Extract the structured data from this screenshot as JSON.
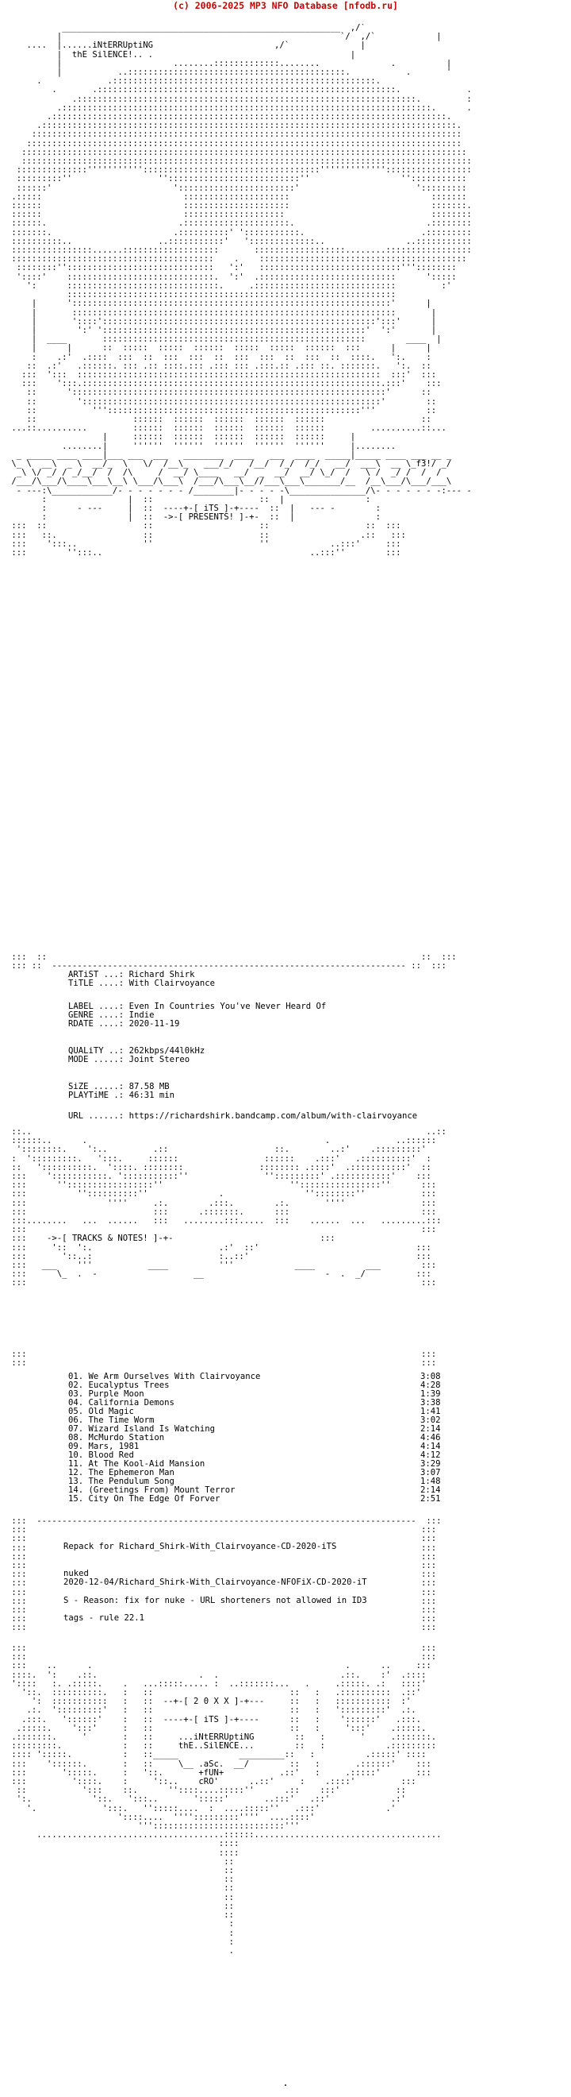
{
  "colors": {
    "banner": "#cc0000",
    "text": "#000000",
    "background": "#ffffff"
  },
  "banner": "(c) 2006-2025 MP3 NFO Database [nfodb.ru]",
  "header": {
    "line1": "....iNtERRUptiNG",
    "line2": "thE SilENCE!.. .",
    "presents": "->-[ PRESENTS! ]-+-",
    "its": "----+-[ iTS ]-+----"
  },
  "release": {
    "artist": "Richard Shirk",
    "title": "With Clairvoyance",
    "label": "Even In Countries You've Never Heard Of",
    "genre": "Indie",
    "rdate": "2020-11-19",
    "quality": "262kbps/44l0kHz",
    "mode": "Joint Stereo",
    "size": "87.58 MB",
    "playtime": "46:31 min",
    "url": "https://richardshirk.bandcamp.com/album/with-clairvoyance"
  },
  "labels": {
    "artist": "ARTiST ...:",
    "title": "TiTLE ....:",
    "label": "LABEL ....:",
    "genre": "GENRE ....:",
    "rdate": "RDATE ....:",
    "quality": "QUALiTY ..:",
    "mode": "MODE .....:",
    "size": "SiZE .....:",
    "playtime": "PLAYTiME .:",
    "url": "URL ......:"
  },
  "tracks_header": "->-[ TRACKS & NOTES! ]-+-",
  "tracks": [
    {
      "title": "01. We Arm Ourselves With Clairvoyance",
      "time": "3:08"
    },
    {
      "title": "02. Eucalyptus Trees",
      "time": "4:28"
    },
    {
      "title": "03. Purple Moon",
      "time": "1:39"
    },
    {
      "title": "04. California Demons",
      "time": "3:38"
    },
    {
      "title": "05. Old Magic",
      "time": "1:41"
    },
    {
      "title": "06. The Time Worm",
      "time": "3:02"
    },
    {
      "title": "07. Wizard Island Is Watching",
      "time": "2:14"
    },
    {
      "title": "08. McMurdo Station",
      "time": "4:46"
    },
    {
      "title": "09. Mars, 1981",
      "time": "4:14"
    },
    {
      "title": "10. Blood Red",
      "time": "4:12"
    },
    {
      "title": "11. At The Kool-Aid Mansion",
      "time": "3:29"
    },
    {
      "title": "12. The Ephemeron Man",
      "time": "3:07"
    },
    {
      "title": "13. The Pendulum Song",
      "time": "1:48"
    },
    {
      "title": "14. (Greetings From) Mount Terror",
      "time": "2:14"
    },
    {
      "title": "15. City On The Edge Of Forver",
      "time": "2:51"
    }
  ],
  "notes": {
    "repack": "Repack for Richard_Shirk-With_Clairvoyance-CD-2020-iTS",
    "nuked": "nuked",
    "nuke_line": "2020-12-04/Richard_Shirk-With_Clairvoyance-NFOFiX-CD-2020-iT",
    "reason": "S - Reason: fix for nuke - URL shorteners not allowed in ID3",
    "reason2": "tags - rule 22.1"
  },
  "footer": {
    "year": "--+-[ 2 0 X X ]-+---",
    "its": "----+-[ iTS ]-+----",
    "line1": "...iNtERRUptiNG",
    "line2": "thE..SilENCE...",
    "credit1": ".aSc.",
    "credit2": "+fUN+",
    "credit3": "cRO'"
  }
}
